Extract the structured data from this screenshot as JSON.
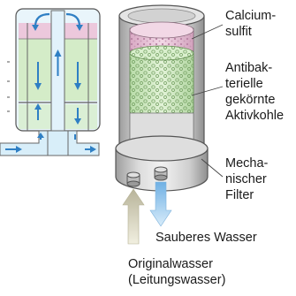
{
  "labels": {
    "calcium": [
      "Calcium-",
      "sulfit"
    ],
    "antibac": [
      "Antibak-",
      "terielle",
      "gekörnte",
      "Aktivkohle"
    ],
    "mech": [
      "Mecha-",
      "nischer",
      "Filter"
    ],
    "clean": "Sauberes Wasser",
    "source": [
      "Originalwasser",
      "(Leitungswasser)"
    ]
  },
  "colors": {
    "arrow_blue": "#2f7fc4",
    "flow_light": "#d6ecf8",
    "green_layer": "#d4ecc8",
    "pink_layer": "#ecc8dc",
    "inlet_arrow": "#e6e2c6",
    "outlet_arrow": "#a8d0ee",
    "body_gray": "#c9c9c9"
  }
}
